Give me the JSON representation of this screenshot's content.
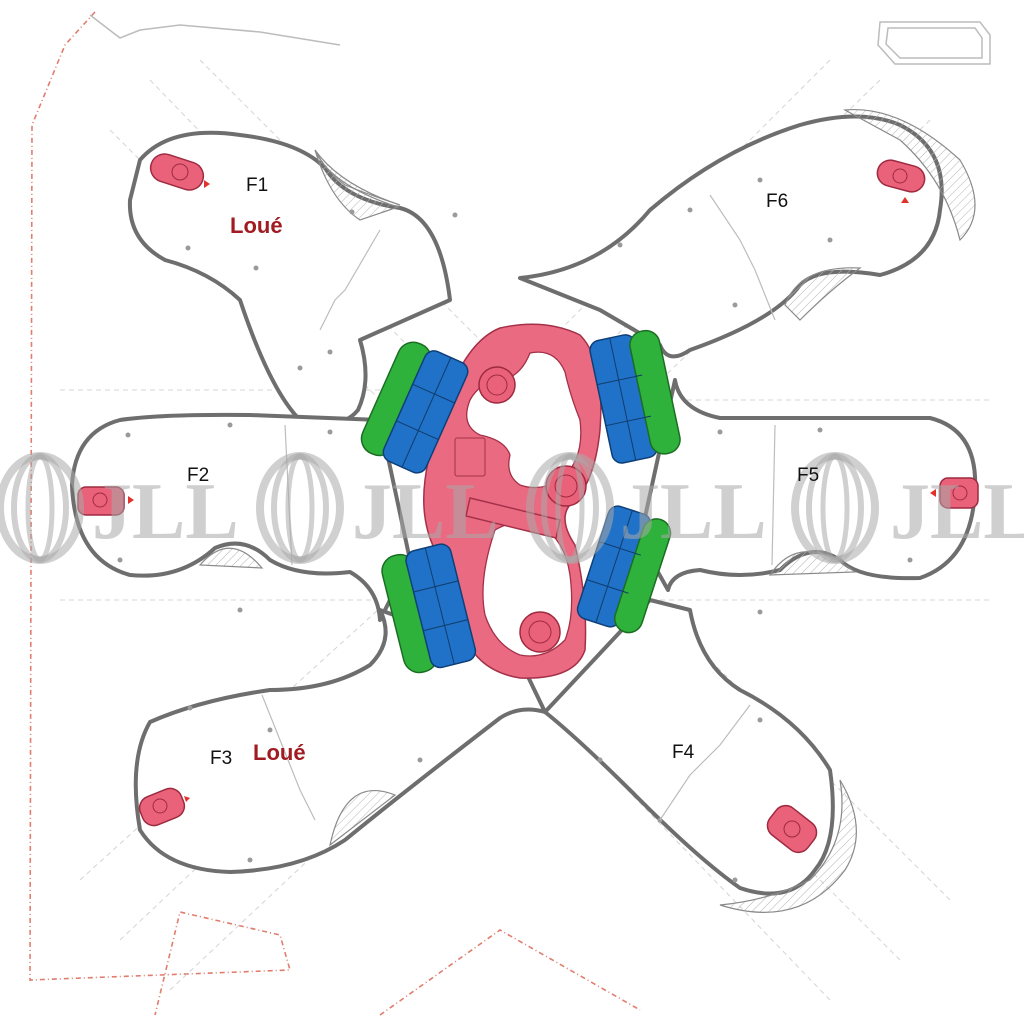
{
  "wings": [
    {
      "id": "F1",
      "label": "F1",
      "status": "Loué"
    },
    {
      "id": "F2",
      "label": "F2",
      "status": ""
    },
    {
      "id": "F3",
      "label": "F3",
      "status": "Loué"
    },
    {
      "id": "F4",
      "label": "F4",
      "status": ""
    },
    {
      "id": "F5",
      "label": "F5",
      "status": ""
    },
    {
      "id": "F6",
      "label": "F6",
      "status": ""
    }
  ],
  "watermark": {
    "text": "JLL",
    "color": "#a9a9a9"
  },
  "colors": {
    "core": "#ea6a82",
    "stair": "#e9627a",
    "green_zone": "#2fb23b",
    "blue_zone": "#2072c8",
    "status_text": "#a01c22",
    "boundary": "#e07d6e"
  },
  "icons": {
    "stair": "spiral-stair-icon",
    "watermark": "jll-logo"
  }
}
